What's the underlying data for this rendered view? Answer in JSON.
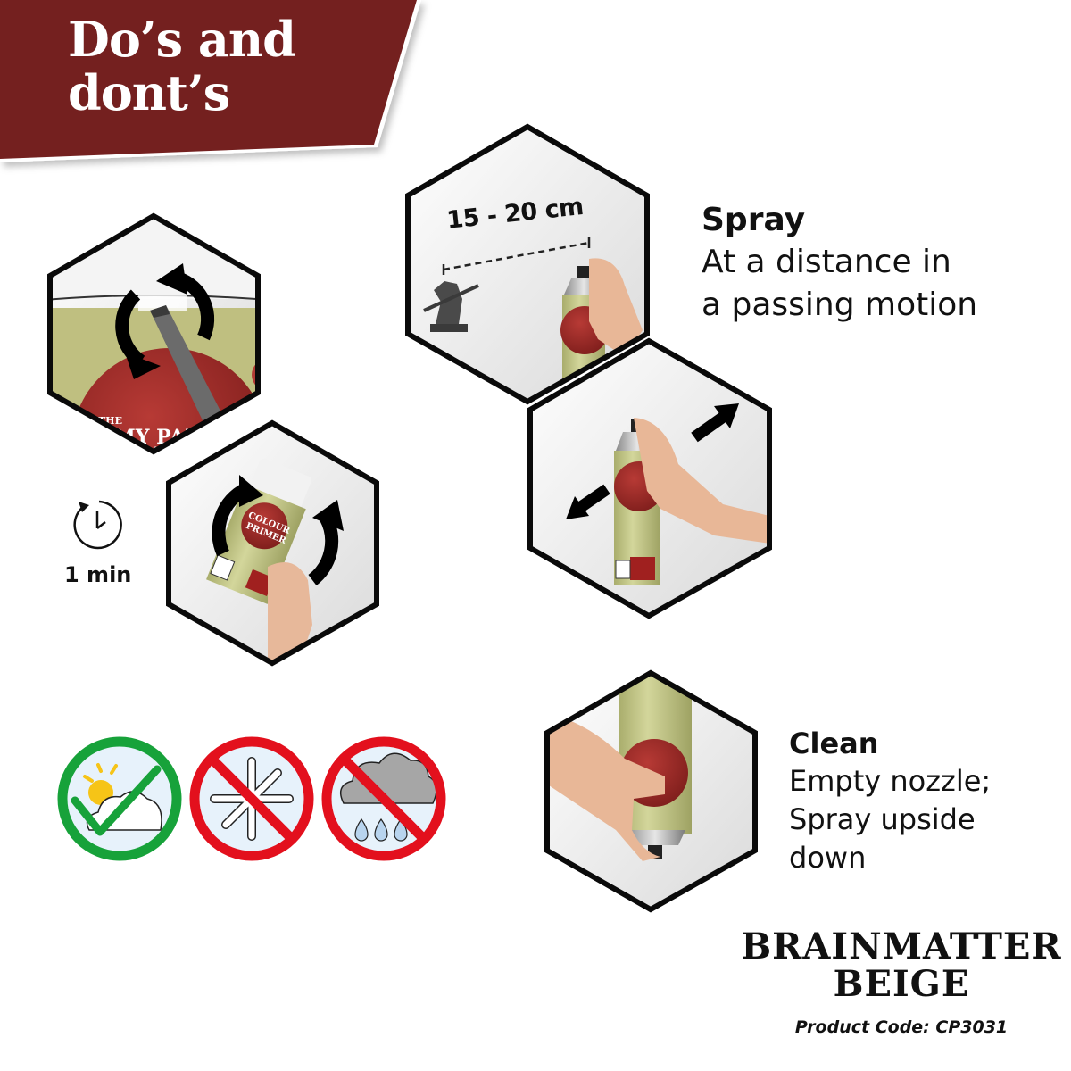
{
  "banner": {
    "title_line1": "Do’s and",
    "title_line2": "dont’s",
    "color": "#74201F"
  },
  "steps": [
    {
      "id": "open-lid",
      "icon": "rotate-arrows-icon",
      "image_text": "THE ARMY PAINTER COLOUR"
    },
    {
      "id": "shake",
      "icon": "rotate-arrows-icon",
      "image_text": "COLOUR PRIMER",
      "timer": {
        "icon": "clock-icon",
        "label": "1 min"
      }
    },
    {
      "id": "distance",
      "distance_label": "15 - 20 cm",
      "title": "Spray",
      "description_line1": "At a distance in",
      "description_line2": "a passing motion"
    },
    {
      "id": "passing-motion",
      "icon": "double-arrow-icon"
    },
    {
      "id": "clean",
      "title": "Clean",
      "description_line1": "Empty nozzle;",
      "description_line2": "Spray upside",
      "description_line3": "down"
    }
  ],
  "weather_icons": [
    {
      "name": "sun-cloud-allowed",
      "status": "allowed",
      "ring_color": "#17A23A"
    },
    {
      "name": "snow-not-allowed",
      "status": "forbidden",
      "ring_color": "#E3101D"
    },
    {
      "name": "rain-not-allowed",
      "status": "forbidden",
      "ring_color": "#E3101D"
    }
  ],
  "product": {
    "name_line1": "BRAINMATTER",
    "name_line2": "BEIGE",
    "code": "Product Code: CP3031"
  },
  "colors": {
    "banner": "#74201F",
    "hex_border": "#0A0A0A",
    "can_body": "#C5C98A",
    "can_label_red": "#9E2A2A",
    "allowed_green": "#17A23A",
    "forbidden_red": "#E3101D"
  }
}
